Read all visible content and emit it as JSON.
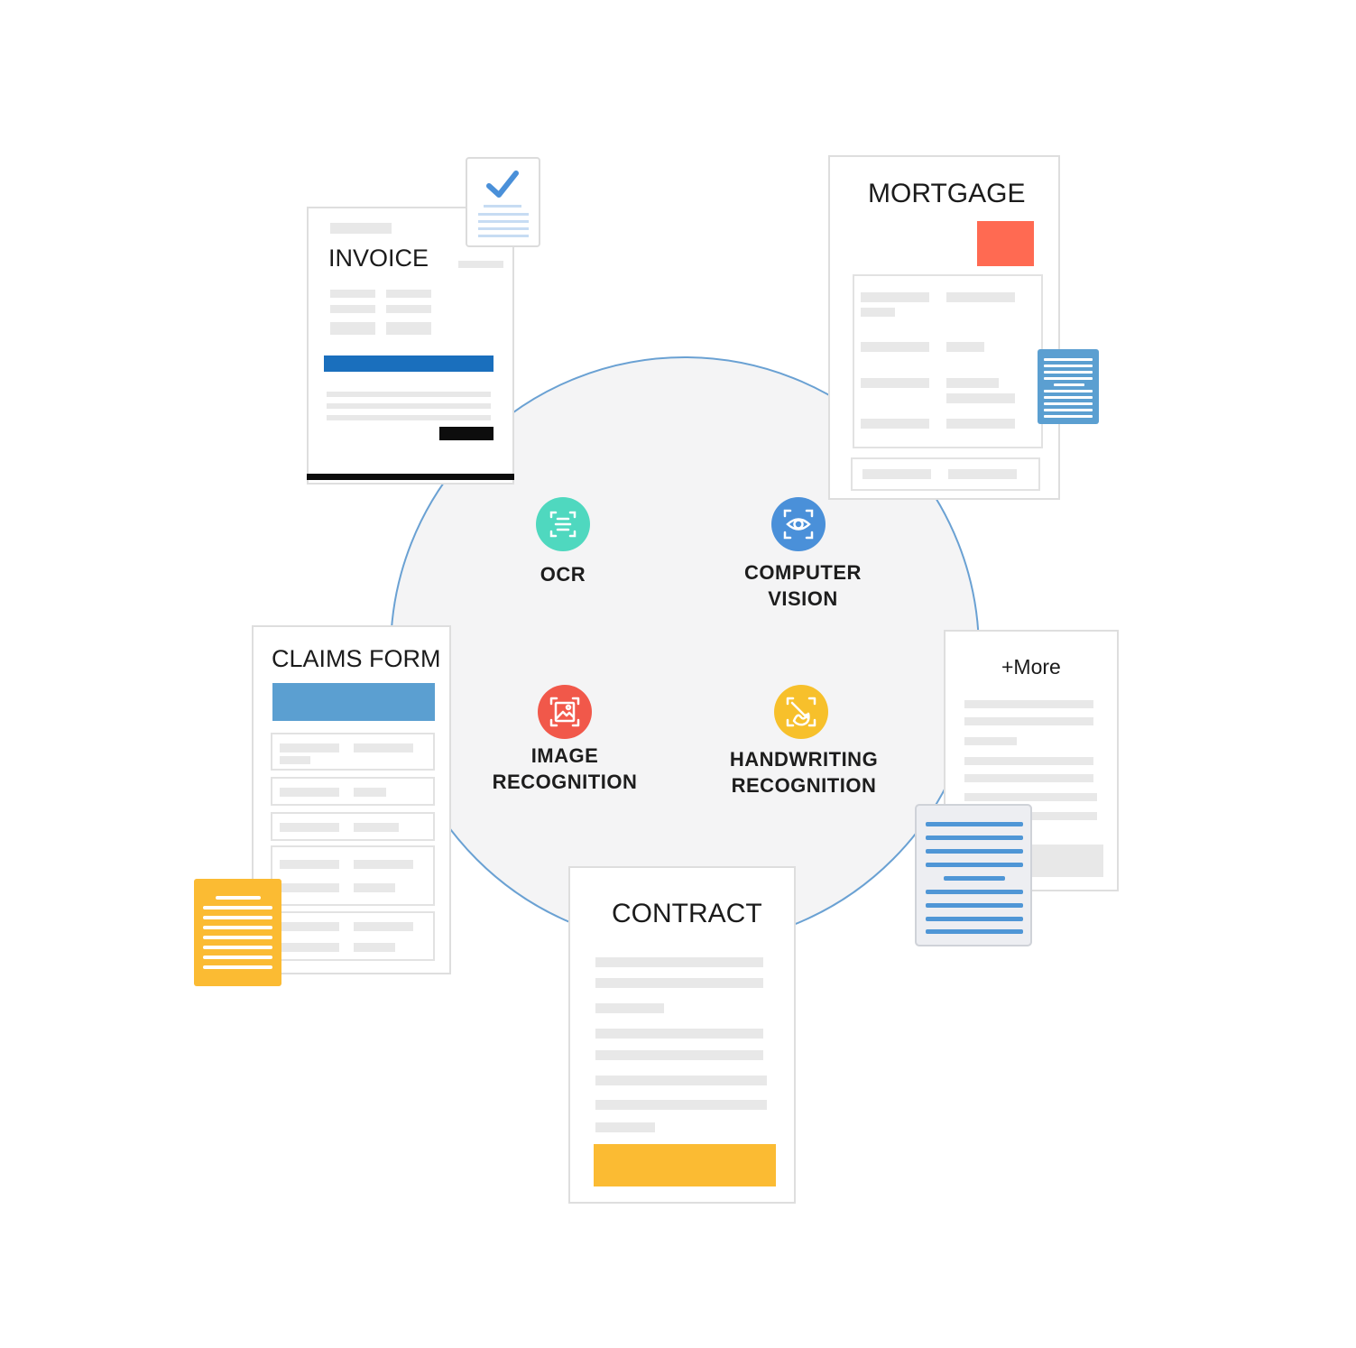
{
  "colors": {
    "ring_border": "#6aa1d3",
    "ring_fill": "#f4f4f5",
    "ocr": "#4fd8bf",
    "computer_vision": "#4a90d9",
    "image_recognition": "#f1584a",
    "handwriting": "#f7c02b",
    "invoice_accent": "#1a6fbd",
    "mortgage_accent": "#ff6a52",
    "claims_accent": "#5b9fd1",
    "contract_accent": "#fbbb33"
  },
  "center": {
    "technologies": [
      {
        "id": "ocr",
        "icon": "ocr-scan-icon",
        "lines": [
          "OCR"
        ]
      },
      {
        "id": "computer-vision",
        "icon": "eye-scan-icon",
        "lines": [
          "COMPUTER",
          "VISION"
        ]
      },
      {
        "id": "image-recognition",
        "icon": "image-scan-icon",
        "lines": [
          "IMAGE",
          "RECOGNITION"
        ]
      },
      {
        "id": "handwriting-recognition",
        "icon": "hand-writing-icon",
        "lines": [
          "HANDWRITING",
          "RECOGNITION"
        ]
      }
    ]
  },
  "documents": {
    "invoice": {
      "title": "INVOICE"
    },
    "mortgage": {
      "title": "MORTGAGE"
    },
    "claims_form": {
      "title": "CLAIMS FORM"
    },
    "contract": {
      "title": "CONTRACT"
    },
    "more": {
      "title": "+More"
    }
  }
}
